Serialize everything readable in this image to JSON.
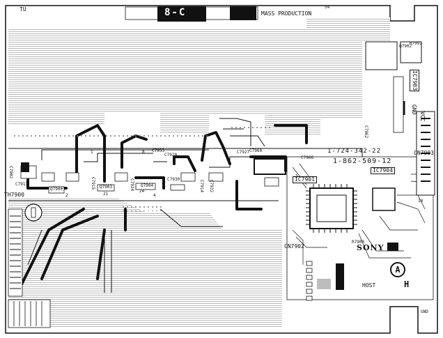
{
  "board": {
    "title_left": "TU",
    "title_mid": "8-C",
    "mass_production": "MASS PRODUCTION",
    "page_no": "54",
    "part_no_1": "1-724-342-22",
    "part_no_2": "1-862-509-12",
    "brand": "SONY",
    "mark_a": "A",
    "mark_h": "H",
    "host": "HOST",
    "th_label": "TH7900"
  },
  "labels": {
    "ic7901": "IC7901",
    "ic7903": "IC7903",
    "ic7904": "IC7904",
    "cn7902": "CN7902",
    "cn7903": "CN7903",
    "vcc": "VCC",
    "gnd_top": "GND",
    "gnd_bottom": "GND",
    "c7902": "C7902",
    "c7913": "C7913",
    "c7914": "C7914",
    "c7915": "C7915",
    "c7920": "C7920",
    "c7924": "C7924",
    "c7927": "C7927",
    "c7930": "C7930",
    "c7932": "C7932",
    "c7953": "C7953",
    "c7960": "C7960",
    "c7962": "C7962",
    "c7966": "C7966",
    "r7900": "R7900",
    "r7992": "R7992",
    "q7900": "Q7900",
    "q7903": "Q7903",
    "q7904": "Q7904",
    "q7902": "Q7902",
    "n1": "1",
    "n8": "8",
    "n2": "2",
    "n4": "4",
    "n14": "14",
    "n24": "24",
    "n21": "21"
  }
}
